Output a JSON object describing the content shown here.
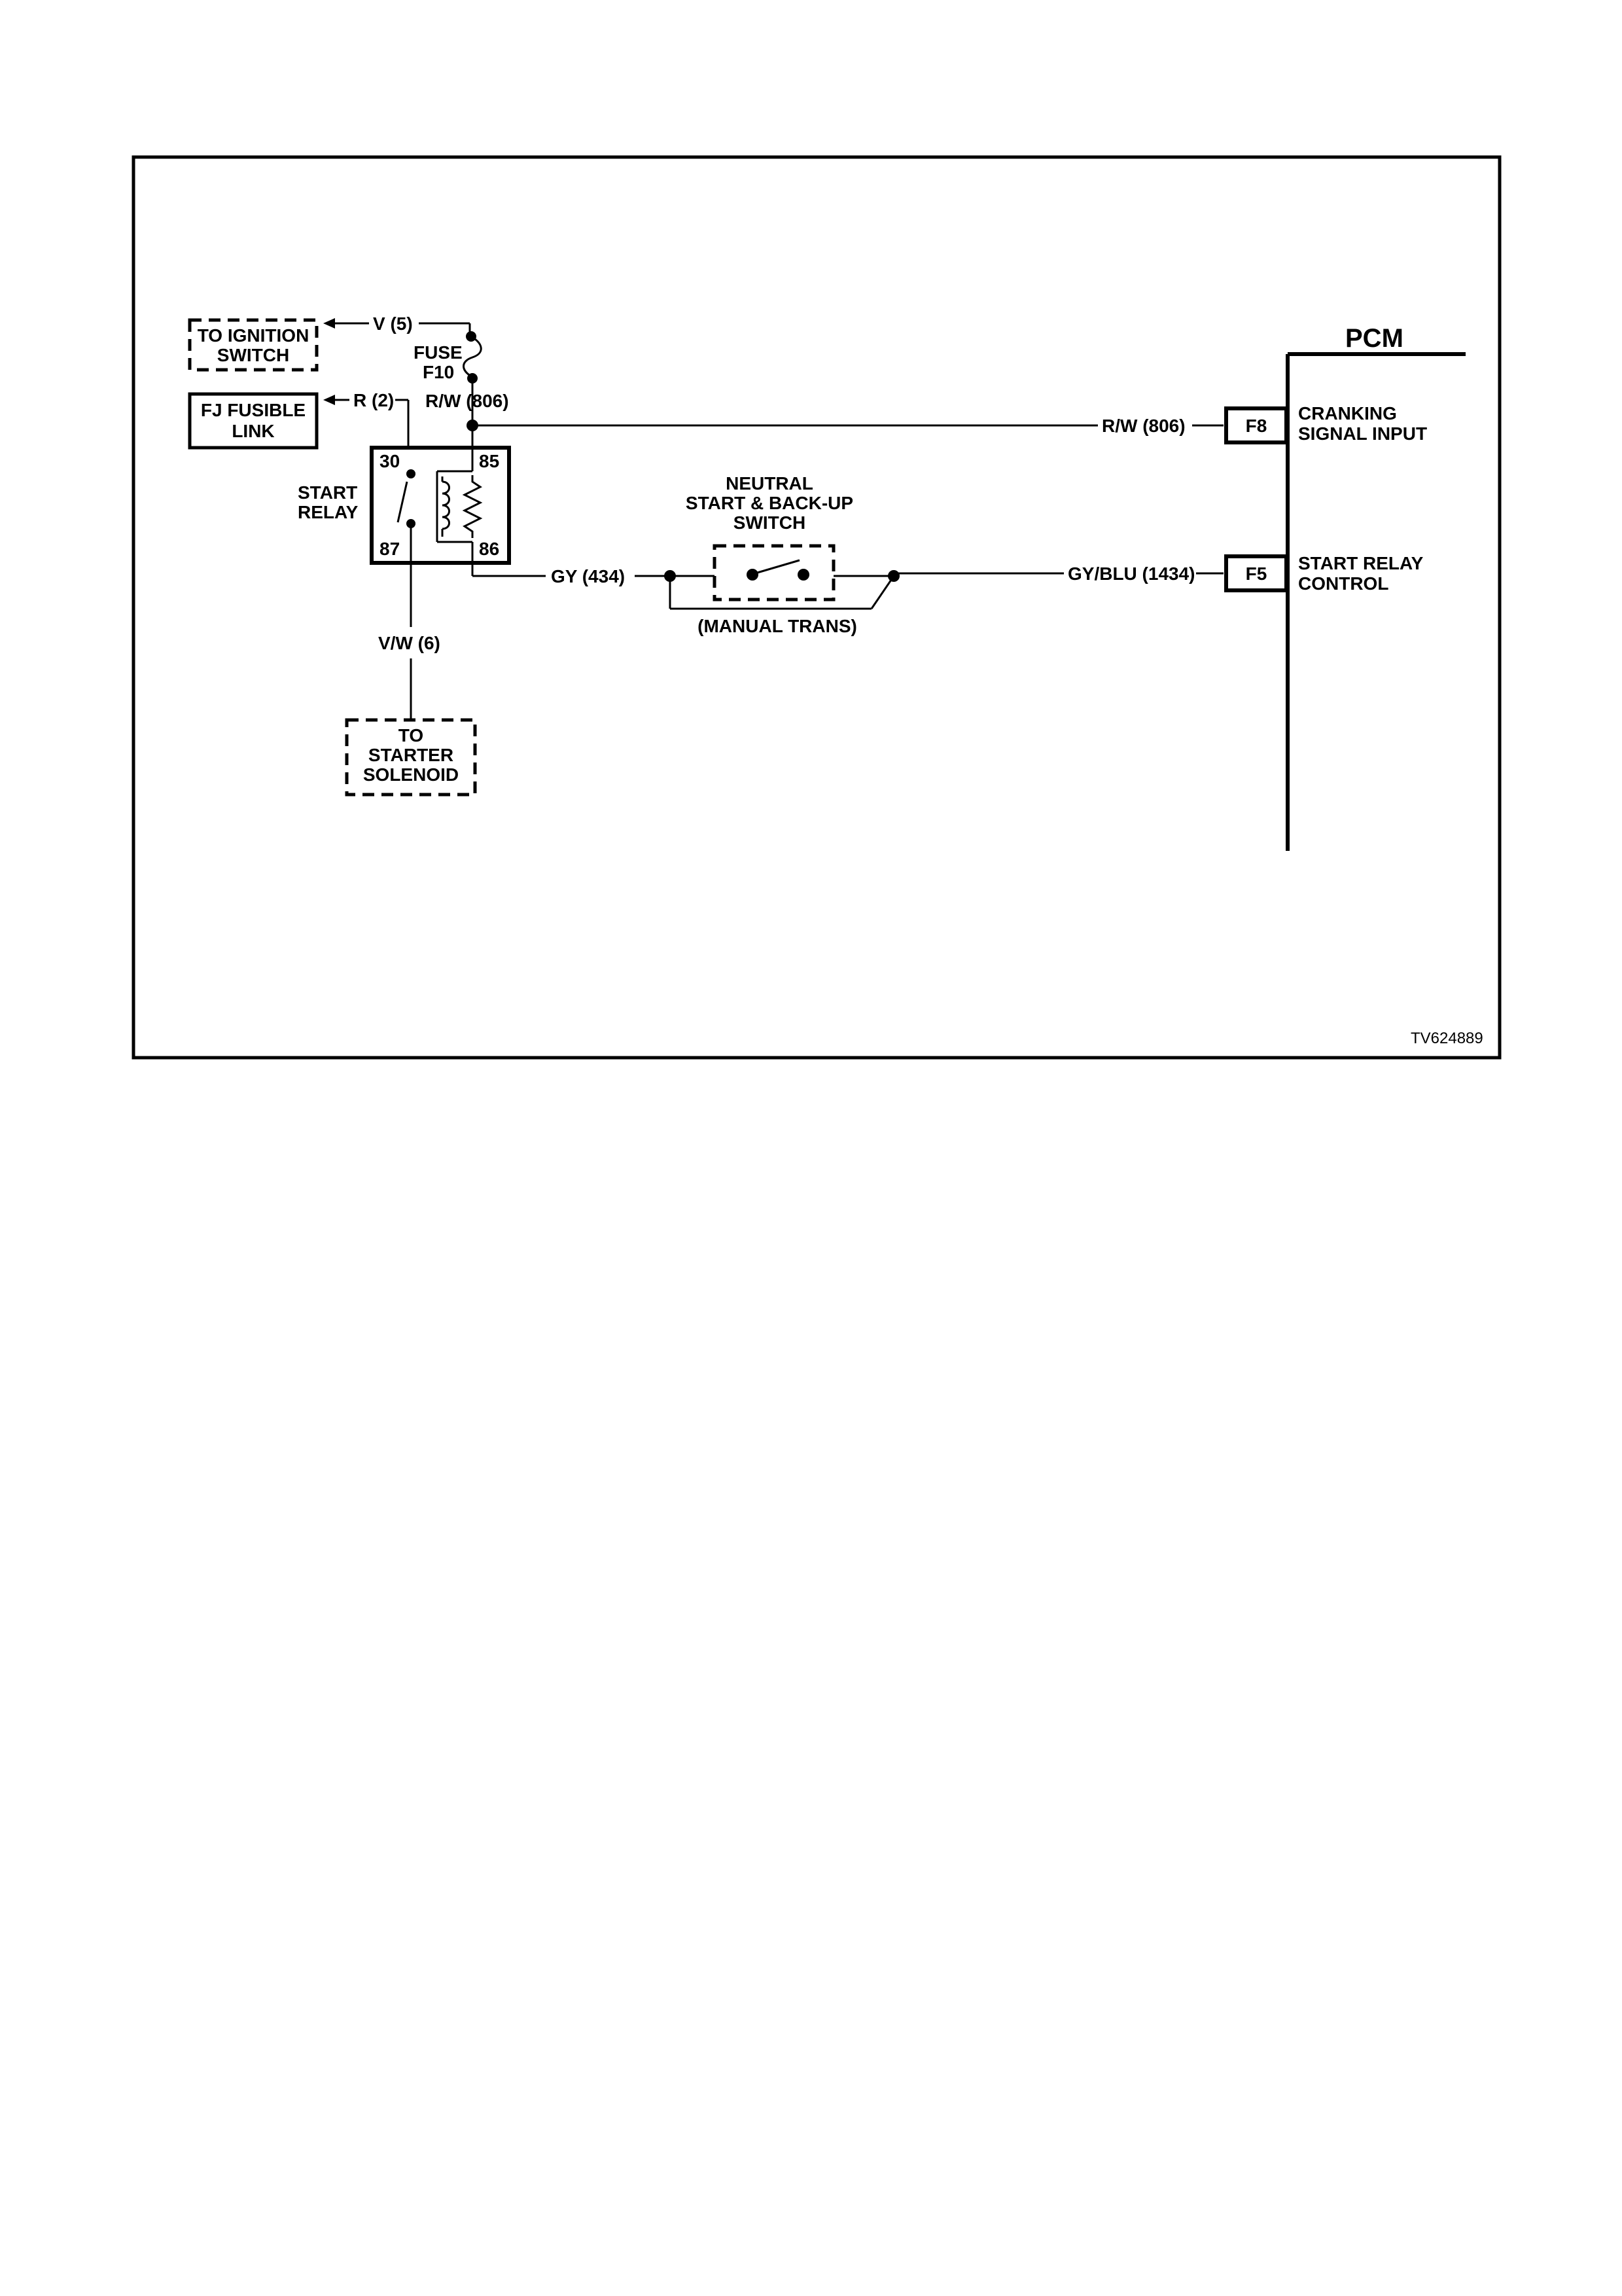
{
  "diagram": {
    "ignition_box": [
      "TO IGNITION",
      "SWITCH"
    ],
    "fusible_box": [
      "FJ FUSIBLE",
      "LINK"
    ],
    "starter_box": [
      "TO",
      "STARTER",
      "SOLENOID"
    ],
    "wire_v5": "V (5)",
    "wire_r2": "R (2)",
    "wire_rw806_top": "R/W (806)",
    "wire_rw806_right": "R/W (806)",
    "wire_vw6": "V/W (6)",
    "wire_gy434": "GY (434)",
    "wire_gyblu1434": "GY/BLU (1434)",
    "fuse_label": [
      "FUSE",
      "F10"
    ],
    "relay_label": [
      "START",
      "RELAY"
    ],
    "relay_pins": {
      "p30": "30",
      "p85": "85",
      "p87": "87",
      "p86": "86"
    },
    "switch_label": [
      "NEUTRAL",
      "START & BACK-UP",
      "SWITCH"
    ],
    "manual_trans": "(MANUAL TRANS)",
    "pcm_title": "PCM",
    "pin_f8": "F8",
    "pin_f5": "F5",
    "f8_desc": [
      "CRANKING",
      "SIGNAL INPUT"
    ],
    "f5_desc": [
      "START RELAY",
      "CONTROL"
    ],
    "ref_code": "TV624889"
  }
}
